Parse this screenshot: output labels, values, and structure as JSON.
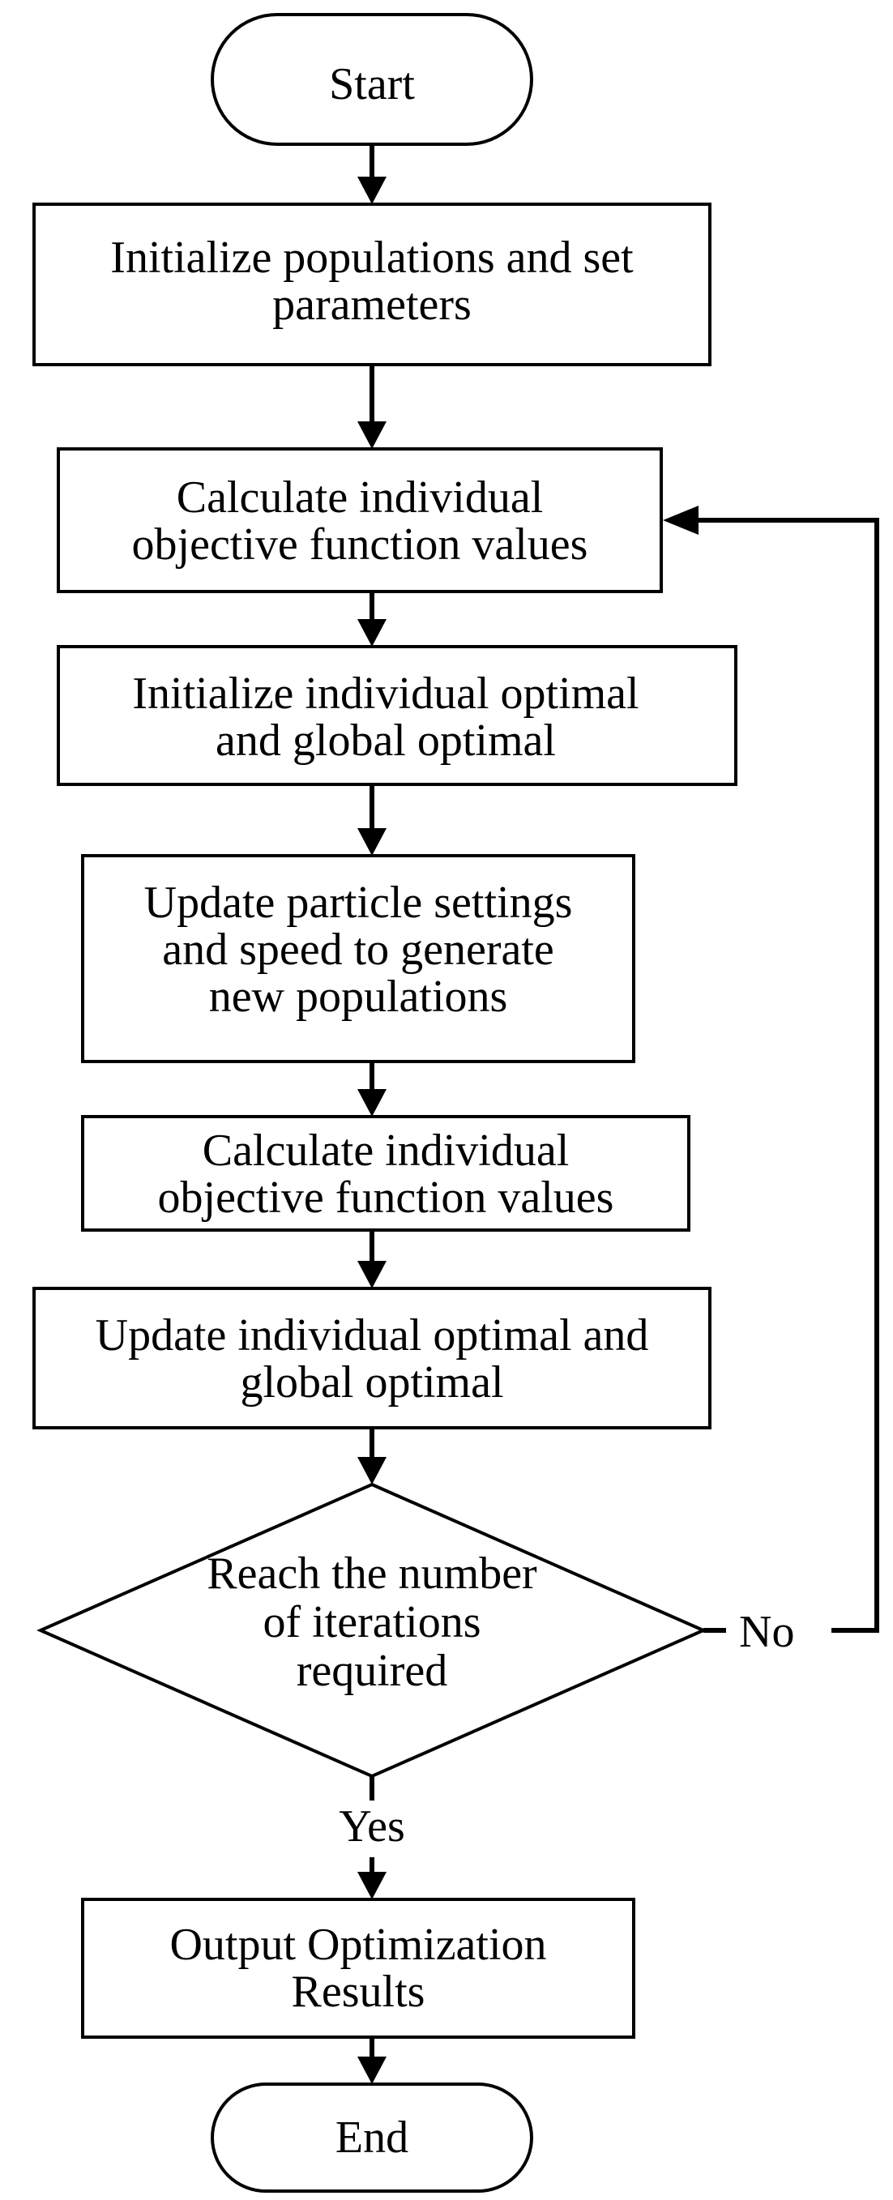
{
  "flowchart": {
    "start": "Start",
    "step1": [
      "Initialize populations and set",
      "parameters"
    ],
    "step2": [
      "Calculate individual",
      "objective function values"
    ],
    "step3": [
      "Initialize individual optimal",
      "and global optimal"
    ],
    "step4": [
      "Update particle settings",
      "and speed to generate",
      "new populations"
    ],
    "step5": [
      "Calculate individual",
      "objective function values"
    ],
    "step6": [
      "Update individual optimal and",
      "global optimal"
    ],
    "decision": [
      "Reach the number",
      "of iterations",
      "required"
    ],
    "label_no": "No",
    "label_yes": "Yes",
    "step7": [
      "Output Optimization",
      "Results"
    ],
    "end": "End"
  }
}
